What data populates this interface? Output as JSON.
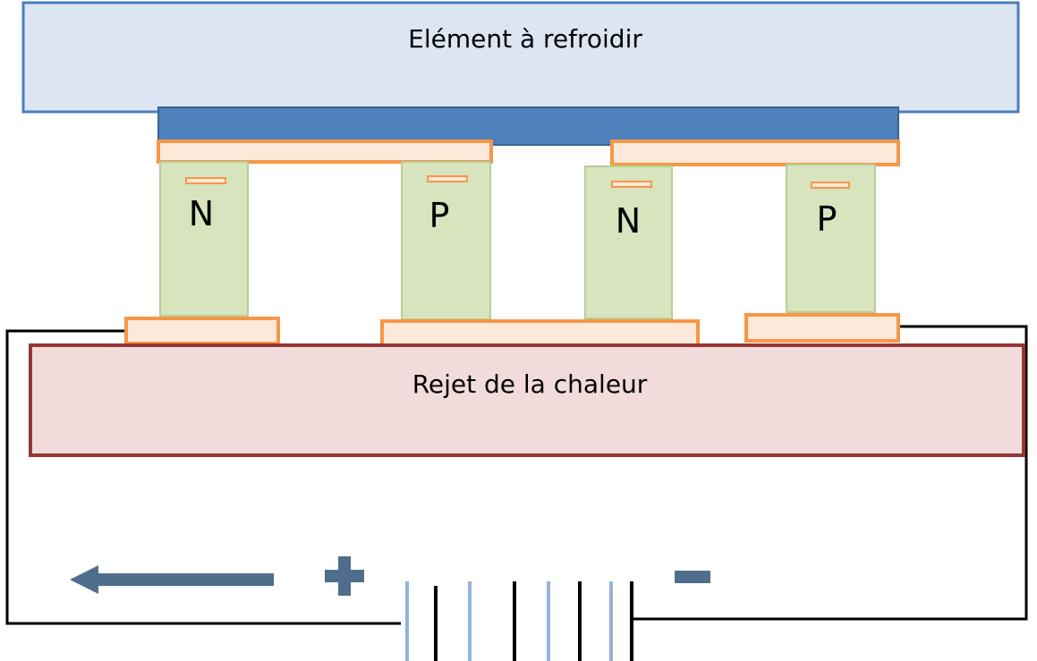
{
  "colors": {
    "cold_fill": "#dce6f2",
    "cold_stroke": "#4a7ebb",
    "ceramic_top": "#4f81bd",
    "conductor_fill": "#fde9d9",
    "conductor_stroke": "#f79646",
    "semiconductor_fill": "#d7e4bd",
    "semiconductor_stroke": "#b9cd96",
    "hot_fill": "#f2dcdb",
    "hot_stroke": "#953735",
    "wire": "#000000",
    "arrow": "#4f6e8c",
    "cell_light": "#95b3d7"
  },
  "labels": {
    "cold_side": "Elément à refroidir",
    "hot_side": "Rejet de la chaleur"
  },
  "legs": [
    {
      "type": "N",
      "sign": "−"
    },
    {
      "type": "P",
      "sign": "−"
    },
    {
      "type": "N",
      "sign": "−"
    },
    {
      "type": "P",
      "sign": "−"
    }
  ],
  "battery": {
    "positive": "+",
    "negative": "−"
  },
  "icons": {
    "current_direction": "arrow-left-icon"
  }
}
